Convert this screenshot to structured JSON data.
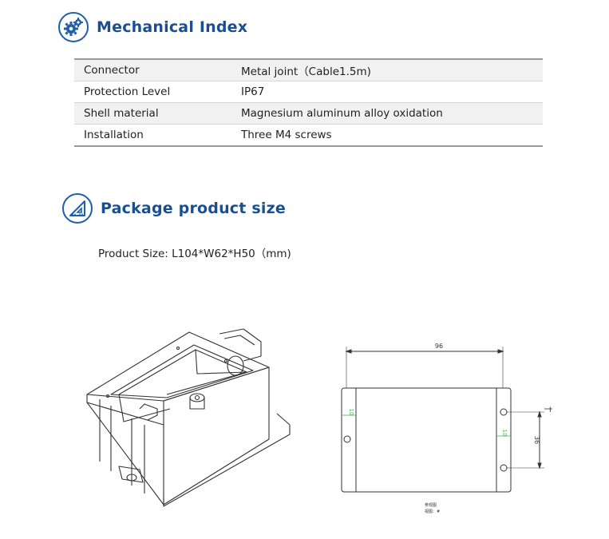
{
  "mechanical": {
    "title": "Mechanical Index",
    "rows": [
      {
        "key": "Connector",
        "value": "Metal joint（Cable1.5m)"
      },
      {
        "key": "Protection Level",
        "value": "IP67"
      },
      {
        "key": "Shell material",
        "value": "Magnesium aluminum alloy oxidation"
      },
      {
        "key": "Installation",
        "value": "Three M4 screws"
      }
    ],
    "icon": "gears-icon"
  },
  "package": {
    "title": "Package product size",
    "icon": "triangle-ruler-icon",
    "size_label": "Product Size",
    "size_value": "L104*W62*H50（mm)"
  },
  "drawing": {
    "dim_width": "96",
    "dim_hole_spacing": "36",
    "dim_left_offset": "10",
    "dim_right_offset": "10",
    "mark_right": "I",
    "note_line1": "参观图",
    "note_line2": "视图：#"
  },
  "colors": {
    "title": "#1a4e93",
    "icon": "#1f5ea8",
    "dimension_green": "#3cb44b"
  }
}
